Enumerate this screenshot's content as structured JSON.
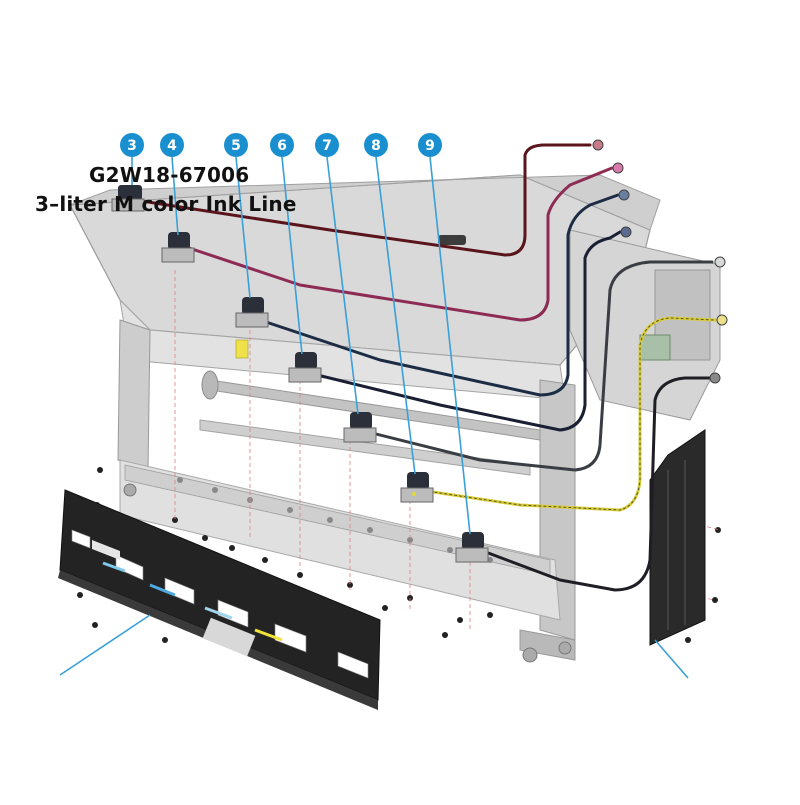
{
  "part": {
    "number": "G2W18-67006",
    "description": "3–liter M color Ink Line"
  },
  "callouts": [
    "3",
    "4",
    "5",
    "6",
    "7",
    "8",
    "9"
  ],
  "colors": {
    "callout_fill": "#1a8fd0",
    "leader_line": "#3aa0d8",
    "magenta_line": "#9a2a55",
    "red_line": "#6a1a22",
    "yellow_line": "#e6dc3a",
    "black_line": "#1e1e24",
    "frame_gray": "#c8c8c8",
    "cover_black": "#222222"
  }
}
